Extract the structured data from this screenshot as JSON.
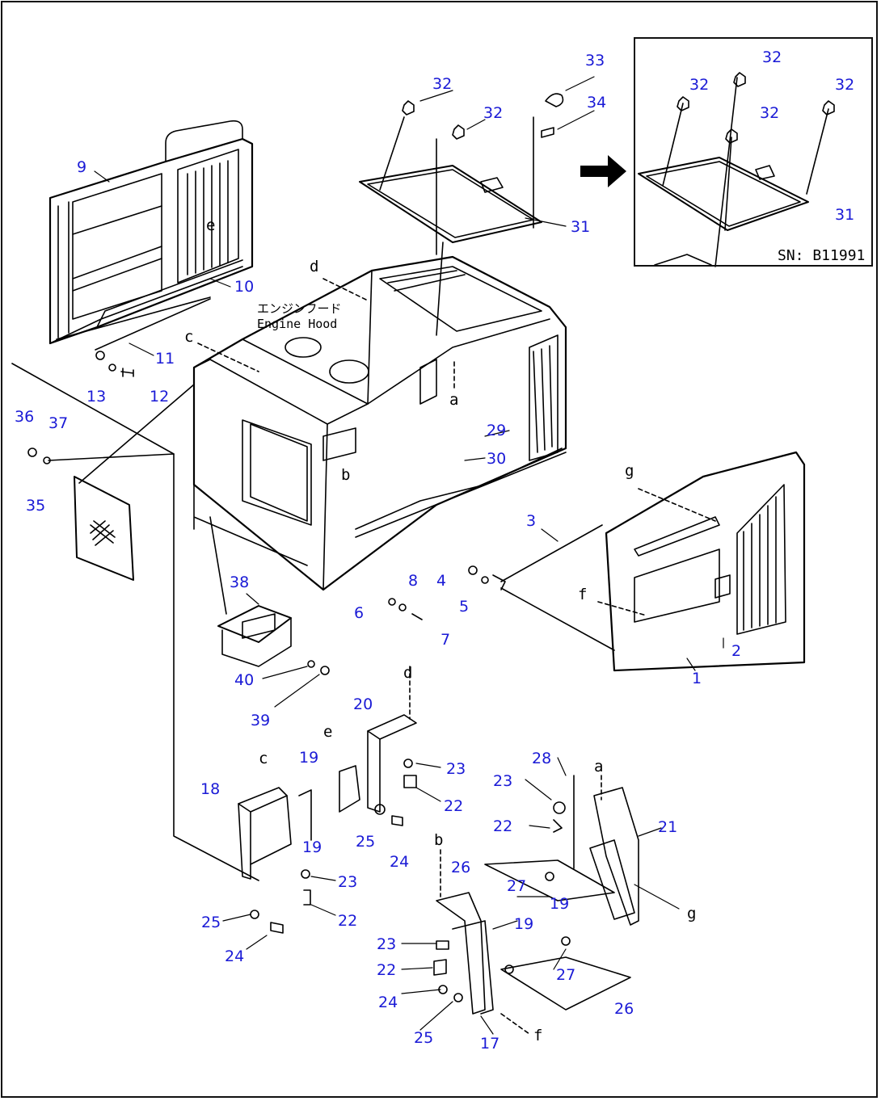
{
  "diagram": {
    "title_jp": "エンジンフード",
    "title_en": "Engine Hood",
    "inset_serial": "SN: B11991",
    "arrow": "arrow-right-icon",
    "colors": {
      "part_number": "#1a1ad6",
      "line": "#000000"
    }
  },
  "parts": [
    {
      "id": "p9",
      "label": "9"
    },
    {
      "id": "p10",
      "label": "10"
    },
    {
      "id": "p11",
      "label": "11"
    },
    {
      "id": "p12",
      "label": "12"
    },
    {
      "id": "p13",
      "label": "13"
    },
    {
      "id": "p32a",
      "label": "32"
    },
    {
      "id": "p32b",
      "label": "32"
    },
    {
      "id": "p33",
      "label": "33"
    },
    {
      "id": "p34",
      "label": "34"
    },
    {
      "id": "p31",
      "label": "31"
    },
    {
      "id": "p32c",
      "label": "32"
    },
    {
      "id": "p32d",
      "label": "32"
    },
    {
      "id": "p32e",
      "label": "32"
    },
    {
      "id": "p32f",
      "label": "32"
    },
    {
      "id": "p31b",
      "label": "31"
    },
    {
      "id": "p36",
      "label": "36"
    },
    {
      "id": "p37",
      "label": "37"
    },
    {
      "id": "p35",
      "label": "35"
    },
    {
      "id": "p29",
      "label": "29"
    },
    {
      "id": "p30",
      "label": "30"
    },
    {
      "id": "p3",
      "label": "3"
    },
    {
      "id": "p4",
      "label": "4"
    },
    {
      "id": "p5",
      "label": "5"
    },
    {
      "id": "p8",
      "label": "8"
    },
    {
      "id": "p6",
      "label": "6"
    },
    {
      "id": "p7",
      "label": "7"
    },
    {
      "id": "p2",
      "label": "2"
    },
    {
      "id": "p1",
      "label": "1"
    },
    {
      "id": "p38",
      "label": "38"
    },
    {
      "id": "p40",
      "label": "40"
    },
    {
      "id": "p39",
      "label": "39"
    },
    {
      "id": "p20",
      "label": "20"
    },
    {
      "id": "p19a",
      "label": "19"
    },
    {
      "id": "p23a",
      "label": "23"
    },
    {
      "id": "p22a",
      "label": "22"
    },
    {
      "id": "p25a",
      "label": "25"
    },
    {
      "id": "p24a",
      "label": "24"
    },
    {
      "id": "p18",
      "label": "18"
    },
    {
      "id": "p19b",
      "label": "19"
    },
    {
      "id": "p23b",
      "label": "23"
    },
    {
      "id": "p22b",
      "label": "22"
    },
    {
      "id": "p25b",
      "label": "25"
    },
    {
      "id": "p24b",
      "label": "24"
    },
    {
      "id": "p28",
      "label": "28"
    },
    {
      "id": "p23c",
      "label": "23"
    },
    {
      "id": "p22c",
      "label": "22"
    },
    {
      "id": "p21",
      "label": "21"
    },
    {
      "id": "p26a",
      "label": "26"
    },
    {
      "id": "p27a",
      "label": "27"
    },
    {
      "id": "p19c",
      "label": "19"
    },
    {
      "id": "p19d",
      "label": "19"
    },
    {
      "id": "p23d",
      "label": "23"
    },
    {
      "id": "p22d",
      "label": "22"
    },
    {
      "id": "p24d",
      "label": "24"
    },
    {
      "id": "p25d",
      "label": "25"
    },
    {
      "id": "p17",
      "label": "17"
    },
    {
      "id": "p27b",
      "label": "27"
    },
    {
      "id": "p26b",
      "label": "26"
    }
  ],
  "refs": [
    {
      "id": "ra1",
      "label": "a"
    },
    {
      "id": "rb1",
      "label": "b"
    },
    {
      "id": "rc1",
      "label": "c"
    },
    {
      "id": "rd1",
      "label": "d"
    },
    {
      "id": "re1",
      "label": "e"
    },
    {
      "id": "rf1",
      "label": "f"
    },
    {
      "id": "rg1",
      "label": "g"
    },
    {
      "id": "rd2",
      "label": "d"
    },
    {
      "id": "re2",
      "label": "e"
    },
    {
      "id": "rc2",
      "label": "c"
    },
    {
      "id": "ra2",
      "label": "a"
    },
    {
      "id": "rb2",
      "label": "b"
    },
    {
      "id": "rg2",
      "label": "g"
    },
    {
      "id": "rf2",
      "label": "f"
    }
  ]
}
